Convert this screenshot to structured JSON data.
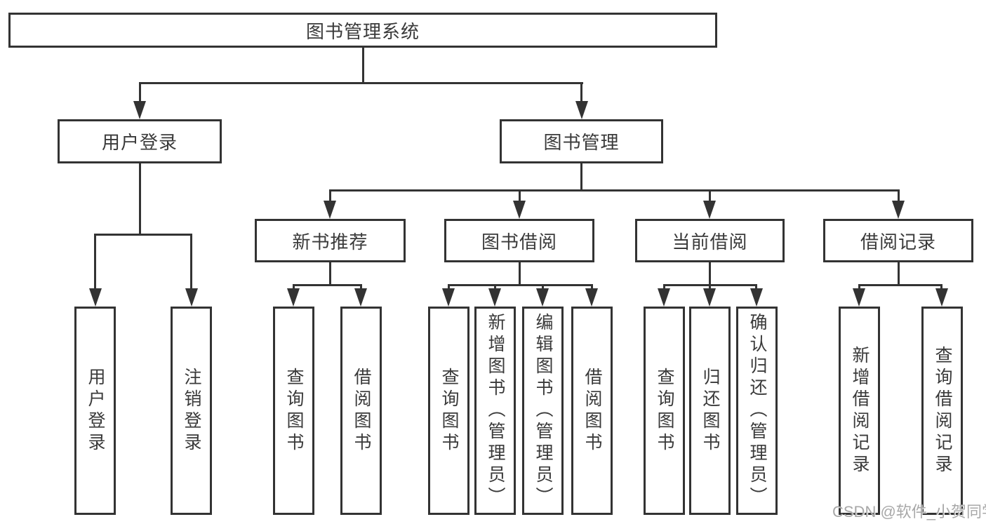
{
  "diagram": {
    "root": {
      "label": "图书管理系统"
    },
    "level2": [
      {
        "label": "用户登录"
      },
      {
        "label": "图书管理"
      }
    ],
    "level3": [
      {
        "label": "新书推荐"
      },
      {
        "label": "图书借阅"
      },
      {
        "label": "当前借阅"
      },
      {
        "label": "借阅记录"
      }
    ],
    "leaves": {
      "user_login": [
        "用户登录",
        "注销登录"
      ],
      "new_book": [
        "查询图书",
        "借阅图书"
      ],
      "book_borrow": [
        "查询图书",
        "新增图书（管理员）",
        "编辑图书（管理员）",
        "借阅图书"
      ],
      "current_borrow": [
        "查询图书",
        "归还图书",
        "确认归还（管理员）"
      ],
      "borrow_record": [
        "新增借阅记录",
        "查询借阅记录"
      ]
    }
  },
  "watermark": {
    "text": "CSDN @软件_小贺同学"
  },
  "colors": {
    "line": "#333333",
    "text": "#3a3a3a",
    "watermark": "#a8a8a8",
    "bg": "#ffffff"
  }
}
